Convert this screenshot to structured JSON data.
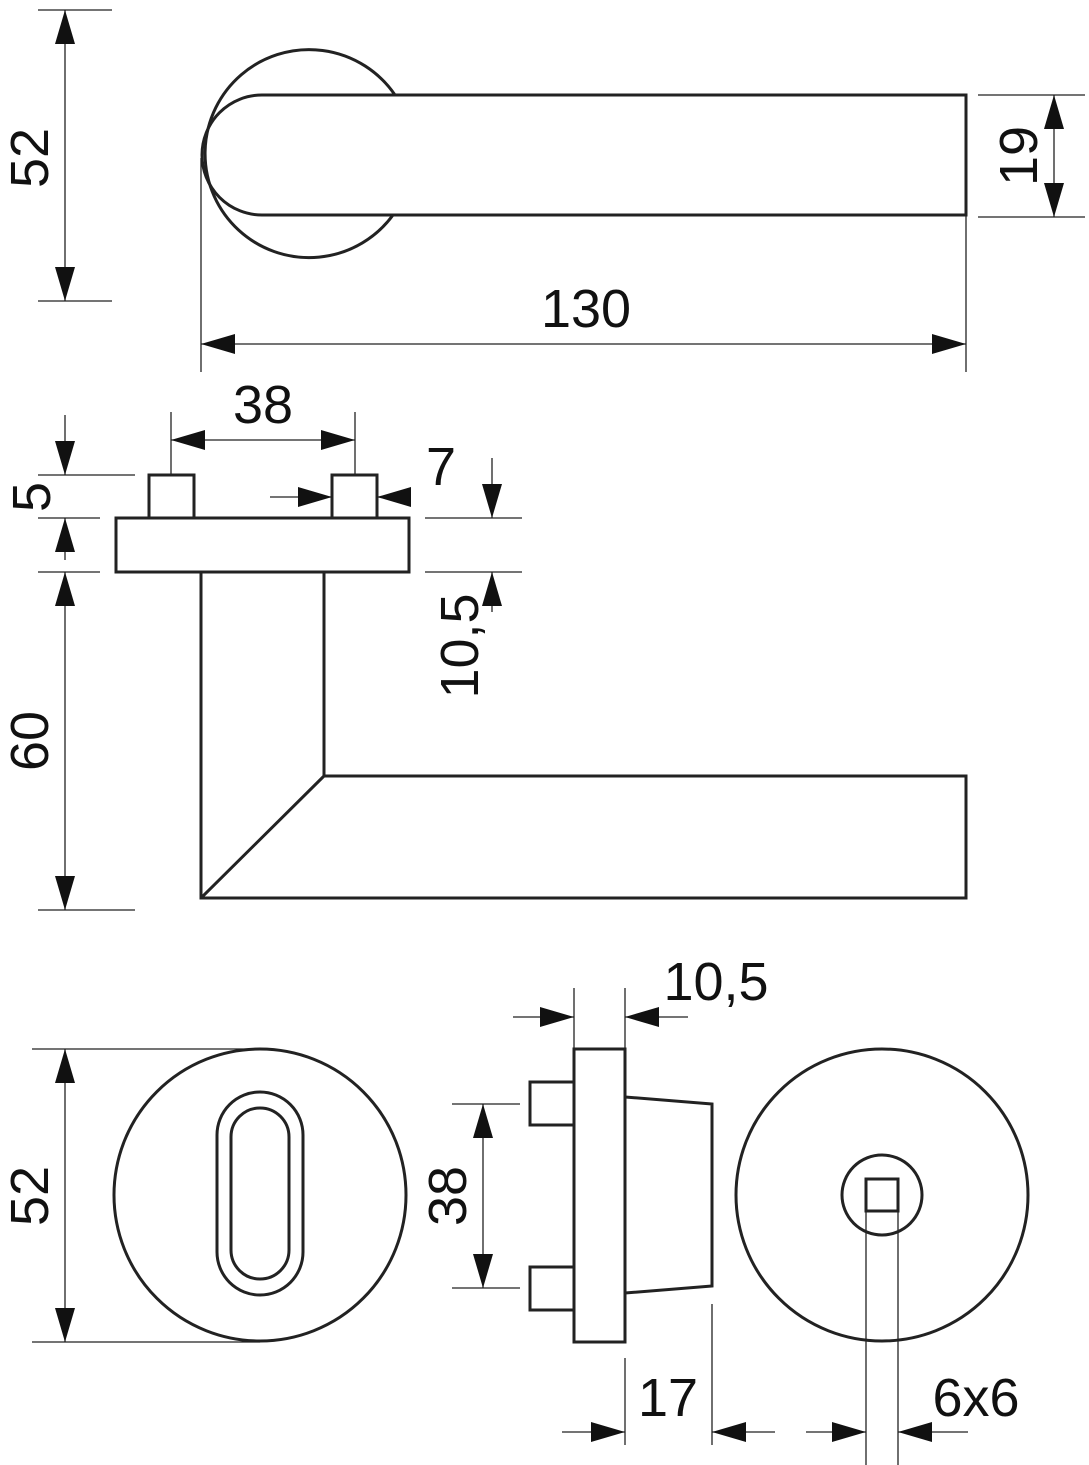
{
  "drawing": {
    "lever_top_view": {
      "rose_diameter": "52",
      "lever_thickness": "19",
      "lever_length": "130"
    },
    "lever_side_view": {
      "pin_spacing": "38",
      "pin_height": "5",
      "pin_diameter": "7",
      "rose_thickness": "10,5",
      "handle_height": "60"
    },
    "escutcheon_views": {
      "key_rose_diameter": "52",
      "pin_spacing": "38",
      "rose_thickness": "10,5",
      "body_depth": "17",
      "spindle_square": "6x6"
    },
    "line_color": "#222222",
    "background_color": "#ffffff"
  }
}
